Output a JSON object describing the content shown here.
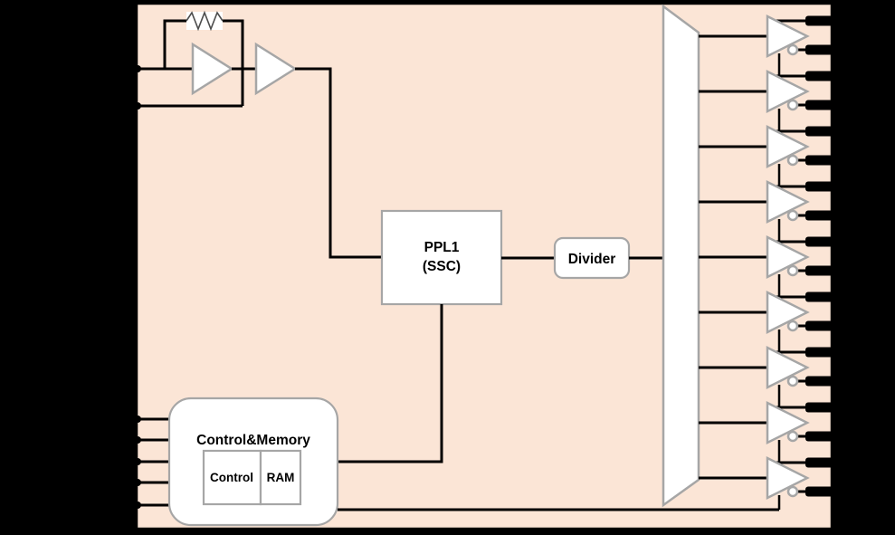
{
  "diagram": {
    "title": "clock-generator-chip-block-diagram",
    "colors": {
      "background": "#000000",
      "chip_fill": "#FBE5D6",
      "chip_border": "#000000",
      "shape_stroke": "#A6A6A6",
      "shape_fill": "#FFFFFF",
      "wire": "#000000"
    },
    "labels": {
      "pll_line1": "PPL1",
      "pll_line2": "(SSC)",
      "divider": "Divider",
      "control_memory": "Control&Memory",
      "control": "Control",
      "ram": "RAM"
    },
    "structure": {
      "crystal_input_pins": 2,
      "control_input_pins": 5,
      "output_buffers": 9,
      "output_edge_wires": 18,
      "components": [
        "feedback-resistor",
        "oscillator-amplifier",
        "input-buffer",
        "pll-ssc-block",
        "divider-block",
        "mux-selector",
        "differential-output-buffers",
        "control-memory-block"
      ]
    }
  }
}
